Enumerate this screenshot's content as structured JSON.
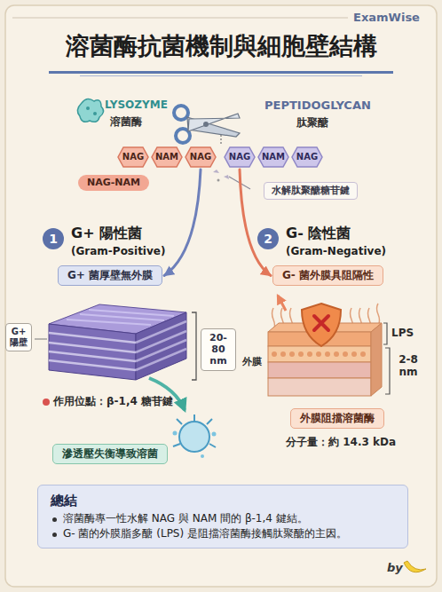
{
  "diagram": {
    "title": "溶菌酶抗菌機制與細胞壁結構",
    "nodes": [
      {
        "text": [
          "NAG"
        ]
      },
      {
        "text": [
          "NAM"
        ]
      },
      {
        "text": [
          "NAG"
        ]
      },
      {
        "text": [
          "NAG"
        ]
      },
      {
        "text": [
          "NAM"
        ]
      },
      {
        "text": [
          "NAG"
        ]
      },
      {
        "text": [
          "NAG-NAM"
        ]
      },
      {
        "text": [
          "水解肽聚醣糖苷鍵"
        ]
      },
      {
        "text": [
          "1"
        ]
      },
      {
        "text": [
          "G+ 菌厚壁無外膜"
        ]
      },
      {
        "text": [
          "G+ 陽壁"
        ]
      },
      {
        "text": [
          "20-80 nm"
        ]
      },
      {
        "text": [
          "滲透壓失衡導致溶菌"
        ]
      },
      {
        "text": [
          "2"
        ]
      },
      {
        "text": [
          "G- 菌外膜具阻隔性"
        ]
      },
      {
        "text": [
          "外膜阻擋溶菌酶"
        ]
      },
      {
        "text": [
          "總結",
          "溶菌酶專一性水解 NAG 與 NAM 間的 β-1,4 鍵結。",
          "G- 菌的外膜脂多醣 (LPS) 是阻擋溶菌酶接觸肽聚醣的主因。"
        ]
      }
    ],
    "edges": [
      {
        "from": 2,
        "to": 9,
        "arrow": "to"
      },
      {
        "from": 3,
        "to": 14,
        "arrow": "to"
      }
    ],
    "labels": [
      "ExamWise",
      "LYSOZYME",
      "溶菌酶",
      "PEPTIDOGLYCAN",
      "肽聚醣",
      "G+ 陽性菌",
      "(Gram-Positive)",
      "作用位點：β-1,4 糖苷鍵",
      "G- 陰性菌",
      "(Gram-Negative)",
      "LPS",
      "外膜",
      "2-8 nm",
      "分子量：約 14.3 kDa",
      "by"
    ]
  }
}
